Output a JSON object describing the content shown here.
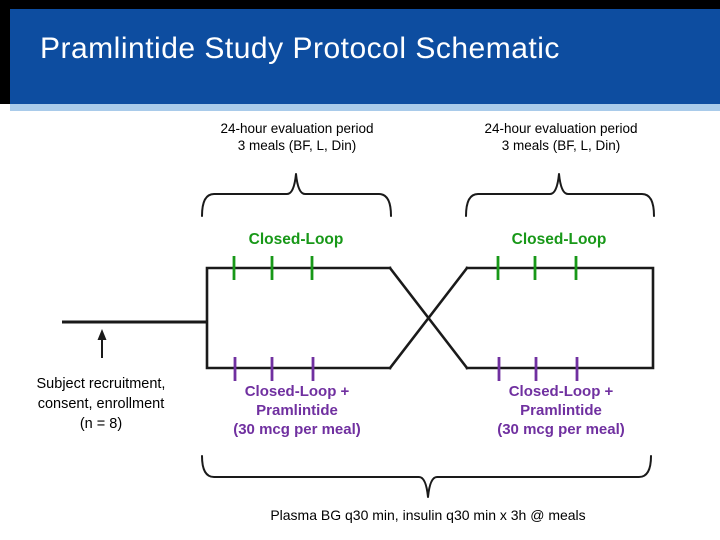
{
  "slide_title": "Pramlintide Study Protocol Schematic",
  "colors": {
    "header_bg": "#0d4da0",
    "header_top_bar": "#000000",
    "header_strip": "#a9cbea",
    "closed_loop_green": "#189818",
    "pramlintide_purple": "#7030a0",
    "diagram_line": "#1a1a1a",
    "title_text": "#ffffff",
    "body_text": "#000000"
  },
  "diagram": {
    "arms": [
      {
        "eval_line1": "24-hour evaluation period",
        "eval_line2": "3 meals (BF, L, Din)",
        "top_label": "Closed-Loop",
        "bottom_label_line1": "Closed-Loop +",
        "bottom_label_line2": "Pramlintide",
        "bottom_label_line3": "(30 mcg per meal)"
      },
      {
        "eval_line1": "24-hour evaluation period",
        "eval_line2": "3 meals (BF, L, Din)",
        "top_label": "Closed-Loop",
        "bottom_label_line1": "Closed-Loop +",
        "bottom_label_line2": "Pramlintide",
        "bottom_label_line3": "(30 mcg per meal)"
      }
    ],
    "recruitment": {
      "line1": "Subject recruitment,",
      "line2": "consent, enrollment",
      "line3": "(n = 8)"
    },
    "footer": "Plasma BG q30 min, insulin q30 min x 3h @ meals"
  }
}
